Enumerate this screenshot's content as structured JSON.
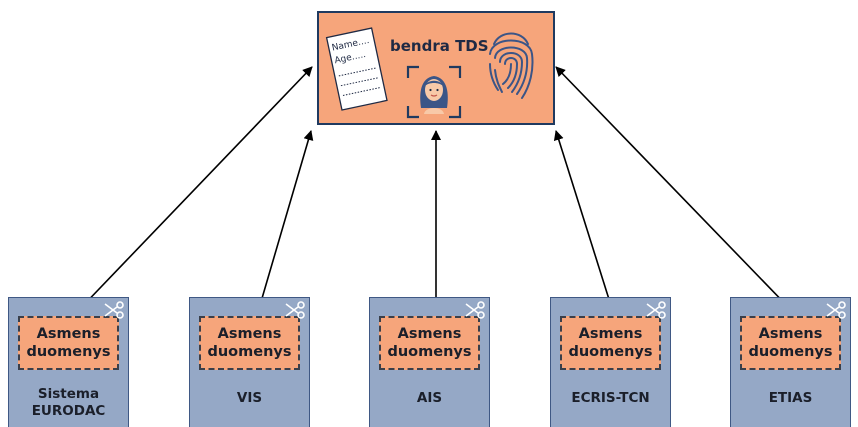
{
  "central": {
    "title": "bendra TDS",
    "form_name": "Name....",
    "form_age": "Age....."
  },
  "data_chip_label": "Asmens\nduomenys",
  "systems": [
    {
      "label": "Sistema\nEURODAC"
    },
    {
      "label": "VIS"
    },
    {
      "label": "AIS"
    },
    {
      "label": "ECRIS-TCN"
    },
    {
      "label": "ETIAS"
    }
  ],
  "colors": {
    "orange": "#f6a57b",
    "system_blue": "#95a8c6",
    "border_navy": "#1f3a60"
  },
  "icons": [
    "document-form-icon",
    "face-scan-icon",
    "fingerprint-icon",
    "scissors-icon",
    "arrow-icon"
  ]
}
